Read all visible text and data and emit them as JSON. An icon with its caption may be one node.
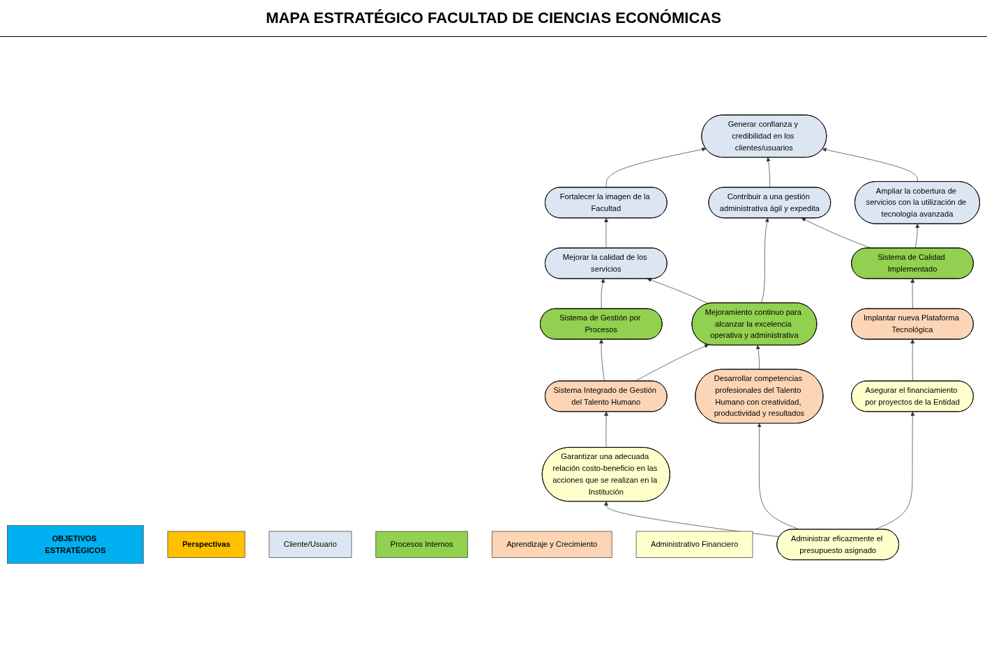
{
  "diagram": {
    "title": "MAPA ESTRATÉGICO FACULTAD DE CIENCIAS ECONÓMICAS",
    "nodes": [
      {
        "text": [
          "OBJETIVOS ESTRATÉGICOS"
        ]
      },
      {
        "text": [
          "Perspectivas"
        ]
      },
      {
        "text": [
          "Cliente/Usuario"
        ]
      },
      {
        "text": [
          "Procesos Internos"
        ]
      },
      {
        "text": [
          "Aprendizaje y Crecimiento"
        ]
      },
      {
        "text": [
          "Administrativo Financiero"
        ]
      },
      {
        "text": [
          "Generar confianza y credibilidad en los clientes/usuarios"
        ]
      },
      {
        "text": [
          "Fortalecer la imagen de la Facultad"
        ]
      },
      {
        "text": [
          "Ampliar la cobertura de servicios con la utilización de tecnología avanzada"
        ]
      },
      {
        "text": [
          "Mejorar la calidad de los servicios"
        ]
      },
      {
        "text": [
          "Contribuir a una gestión administrativa ágil y expedita"
        ]
      },
      {
        "text": [
          "Sistema de Gestión por Procesos"
        ]
      },
      {
        "text": [
          "Sistema de Calidad Implementado"
        ]
      },
      {
        "text": [
          "Mejoramiento continuo para alcanzar la excelencia operativa y administrativa"
        ]
      },
      {
        "text": [
          "Sistema Integrado de Gestión del Talento Humano"
        ]
      },
      {
        "text": [
          "Desarrollar competencias profesionales del Talento Humano con creatividad, productividad y resultados"
        ]
      },
      {
        "text": [
          "Implantar nueva Plataforma Tecnológica"
        ]
      },
      {
        "text": [
          "Garantizar una adecuada relación costo-beneficio en las acciones que se realizan en la Institución"
        ]
      },
      {
        "text": [
          "Asegurar el financiamiento por proyectos de la Entidad"
        ]
      },
      {
        "text": [
          "Administrar eficazmente el presupuesto asignado"
        ]
      }
    ],
    "edges": [
      {
        "from": 7,
        "to": 6,
        "arrow": "to"
      },
      {
        "from": 9,
        "to": 7,
        "arrow": "to"
      },
      {
        "from": 10,
        "to": 6,
        "arrow": "to"
      },
      {
        "from": 8,
        "to": 6,
        "arrow": "to"
      },
      {
        "from": 11,
        "to": 9,
        "arrow": "to"
      },
      {
        "from": 13,
        "to": 9,
        "arrow": "to"
      },
      {
        "from": 13,
        "to": 10,
        "arrow": "to"
      },
      {
        "from": 12,
        "to": 10,
        "arrow": "to"
      },
      {
        "from": 12,
        "to": 8,
        "arrow": "to"
      },
      {
        "from": 14,
        "to": 11,
        "arrow": "to"
      },
      {
        "from": 14,
        "to": 13,
        "arrow": "to"
      },
      {
        "from": 15,
        "to": 13,
        "arrow": "to"
      },
      {
        "from": 16,
        "to": 12,
        "arrow": "to"
      },
      {
        "from": 17,
        "to": 14,
        "arrow": "to"
      },
      {
        "from": 19,
        "to": 15,
        "arrow": "to"
      },
      {
        "from": 19,
        "to": 18,
        "arrow": "to"
      },
      {
        "from": 19,
        "to": 17,
        "arrow": "to"
      },
      {
        "from": 18,
        "to": 16,
        "arrow": "to"
      }
    ]
  }
}
